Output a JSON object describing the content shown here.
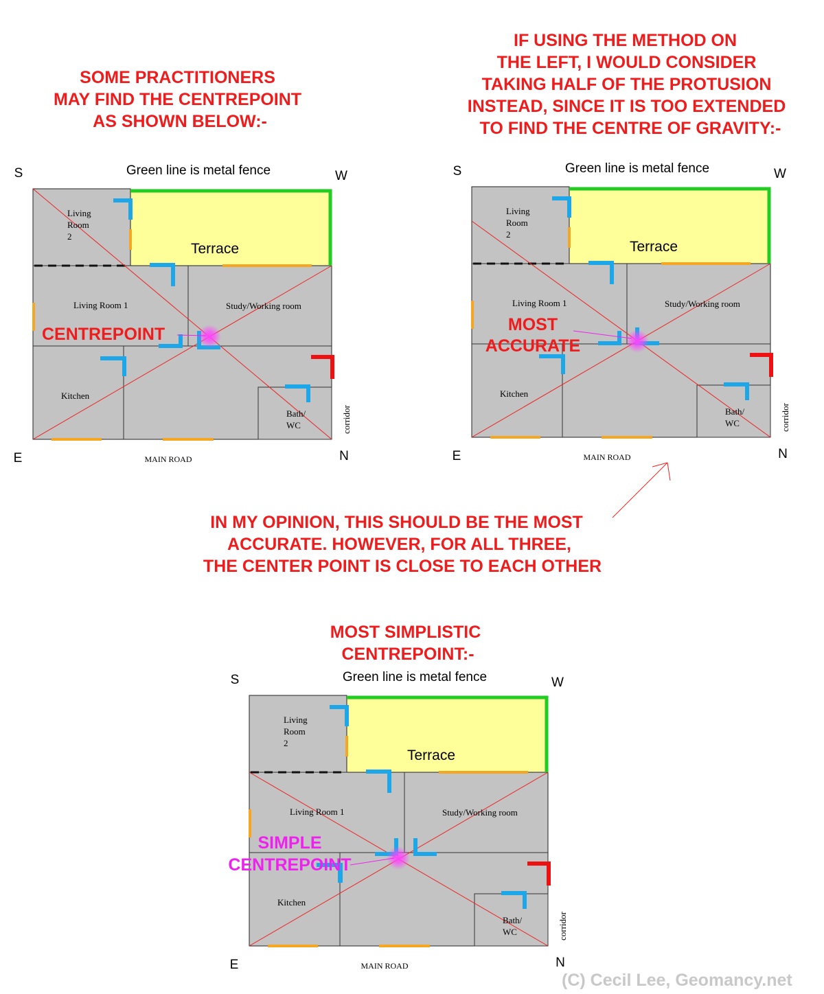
{
  "headings": {
    "top_left": [
      "SOME PRACTITIONERS",
      "MAY FIND THE CENTREPOINT",
      "AS SHOWN BELOW:-"
    ],
    "top_right": [
      "IF USING THE METHOD ON",
      "THE LEFT, I WOULD CONSIDER",
      "TAKING HALF OF THE PROTUSION",
      "INSTEAD, SINCE IT IS TOO EXTENDED",
      "TO FIND THE CENTRE OF GRAVITY:-"
    ],
    "middle": [
      "IN MY OPINION, THIS SHOULD BE THE MOST",
      "ACCURATE. HOWEVER, FOR ALL THREE,",
      "THE CENTER POINT IS CLOSE TO EACH OTHER"
    ],
    "bottom": [
      "MOST SIMPLISTIC",
      "CENTREPOINT:-"
    ]
  },
  "floorplan": {
    "fence_note": "Green line is metal fence",
    "compass": {
      "top_left": "S",
      "top_right": "W",
      "bottom_left": "E",
      "bottom_right": "N"
    },
    "rooms": {
      "living_room_2": [
        "Living",
        "Room",
        "2"
      ],
      "terrace": "Terrace",
      "living_room_1": "Living Room 1",
      "study": "Study/Working room",
      "kitchen": "Kitchen",
      "bath": [
        "Bath/",
        "WC"
      ],
      "corridor": "corridor"
    },
    "road": "MAIN ROAD"
  },
  "plans": [
    {
      "callout": [
        "CENTREPOINT"
      ],
      "callout_color": "#ee1c1c"
    },
    {
      "callout": [
        "MOST",
        "ACCURATE"
      ],
      "callout_color": "#ee1c1c"
    },
    {
      "callout": [
        "SIMPLE",
        "CENTREPOINT"
      ],
      "callout_color": "#ee22ee"
    }
  ],
  "credit": "(C) Cecil Lee, Geomancy.net",
  "colors": {
    "floor": "#c3c3c3",
    "terrace": "#ffff99",
    "fence": "#22cc22",
    "window": "#f5a623",
    "door": "#1ea7e8",
    "main_door": "#ee1111",
    "diagonal": "#ee2222",
    "heading": "#ee1c1c",
    "centre_glow": "#ff33ff"
  }
}
